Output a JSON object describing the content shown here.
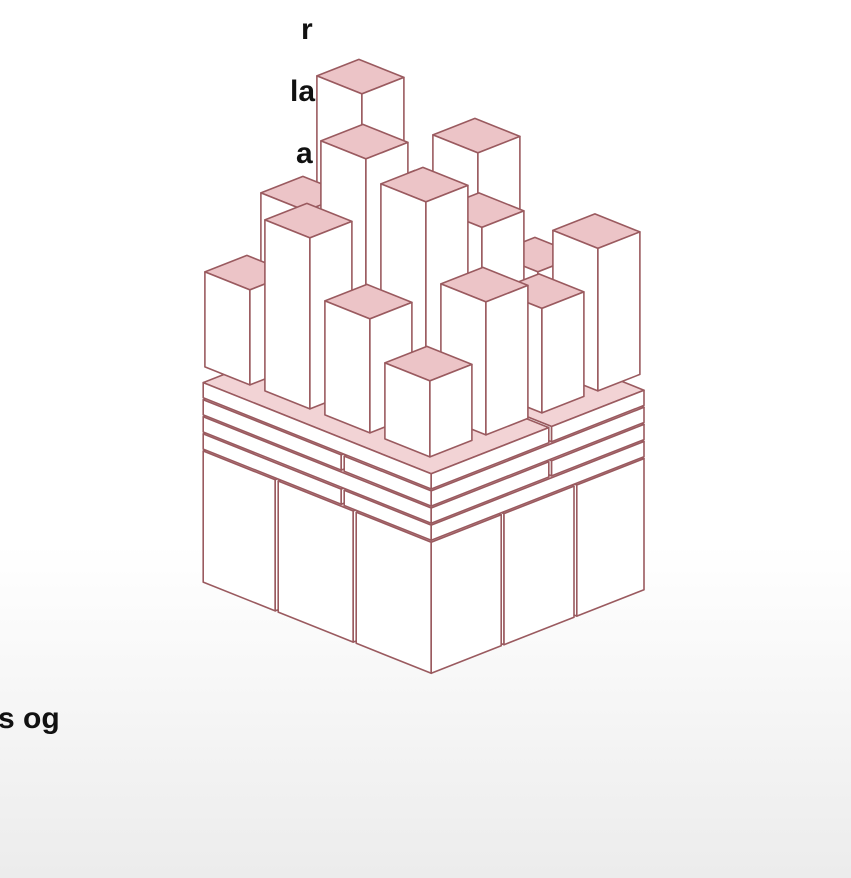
{
  "text_fragments": [
    "r",
    "la",
    "a",
    "s og"
  ],
  "colors": {
    "stroke": "#9a5a5f",
    "face_fill": "#ffffff",
    "tint_fill": "#f2d3d5",
    "tint_strong": "#ecc4c7",
    "text": "#111111"
  }
}
